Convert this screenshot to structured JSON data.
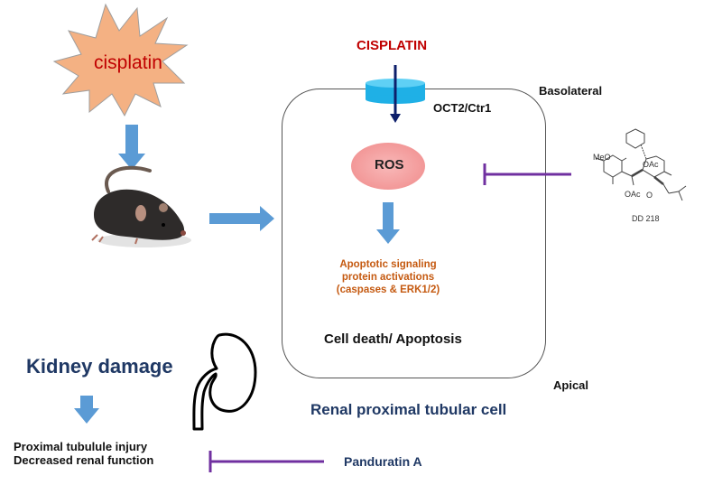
{
  "colors": {
    "block_arrow": "#5b9bd5",
    "inhibitor": "#7030a0",
    "cell_outline": "#555555",
    "transporter": "#1fb0e6",
    "cisplatin_red": "#c00000",
    "starburst_fill": "#f4b183",
    "ros_fill": "#f4a0a0",
    "apoptotic_text": "#c55a11",
    "navy_text": "#1f3864",
    "influx_arrow": "#0d1f6b"
  },
  "starburst": {
    "label": "cisplatin"
  },
  "cell": {
    "drug_label": "CISPLATIN",
    "transporter_label": "OCT2/Ctr1",
    "basolateral_label": "Basolateral",
    "apical_label": "Apical",
    "ros_label": "ROS",
    "signaling_lines": [
      "Apoptotic signaling",
      "protein activations",
      "(caspases & ERK1/2)"
    ],
    "outcome_label": "Cell death/ Apoptosis",
    "caption": "Renal proximal tubular cell"
  },
  "compound": {
    "name": "DD 218",
    "groups": [
      "MeO",
      "OAc",
      "OAc",
      "O"
    ]
  },
  "kidney": {
    "title": "Kidney damage",
    "effects": [
      "Proximal tubulule injury",
      "Decreased renal function"
    ]
  },
  "inhibitor_bottom": {
    "label": "Panduratin A"
  }
}
